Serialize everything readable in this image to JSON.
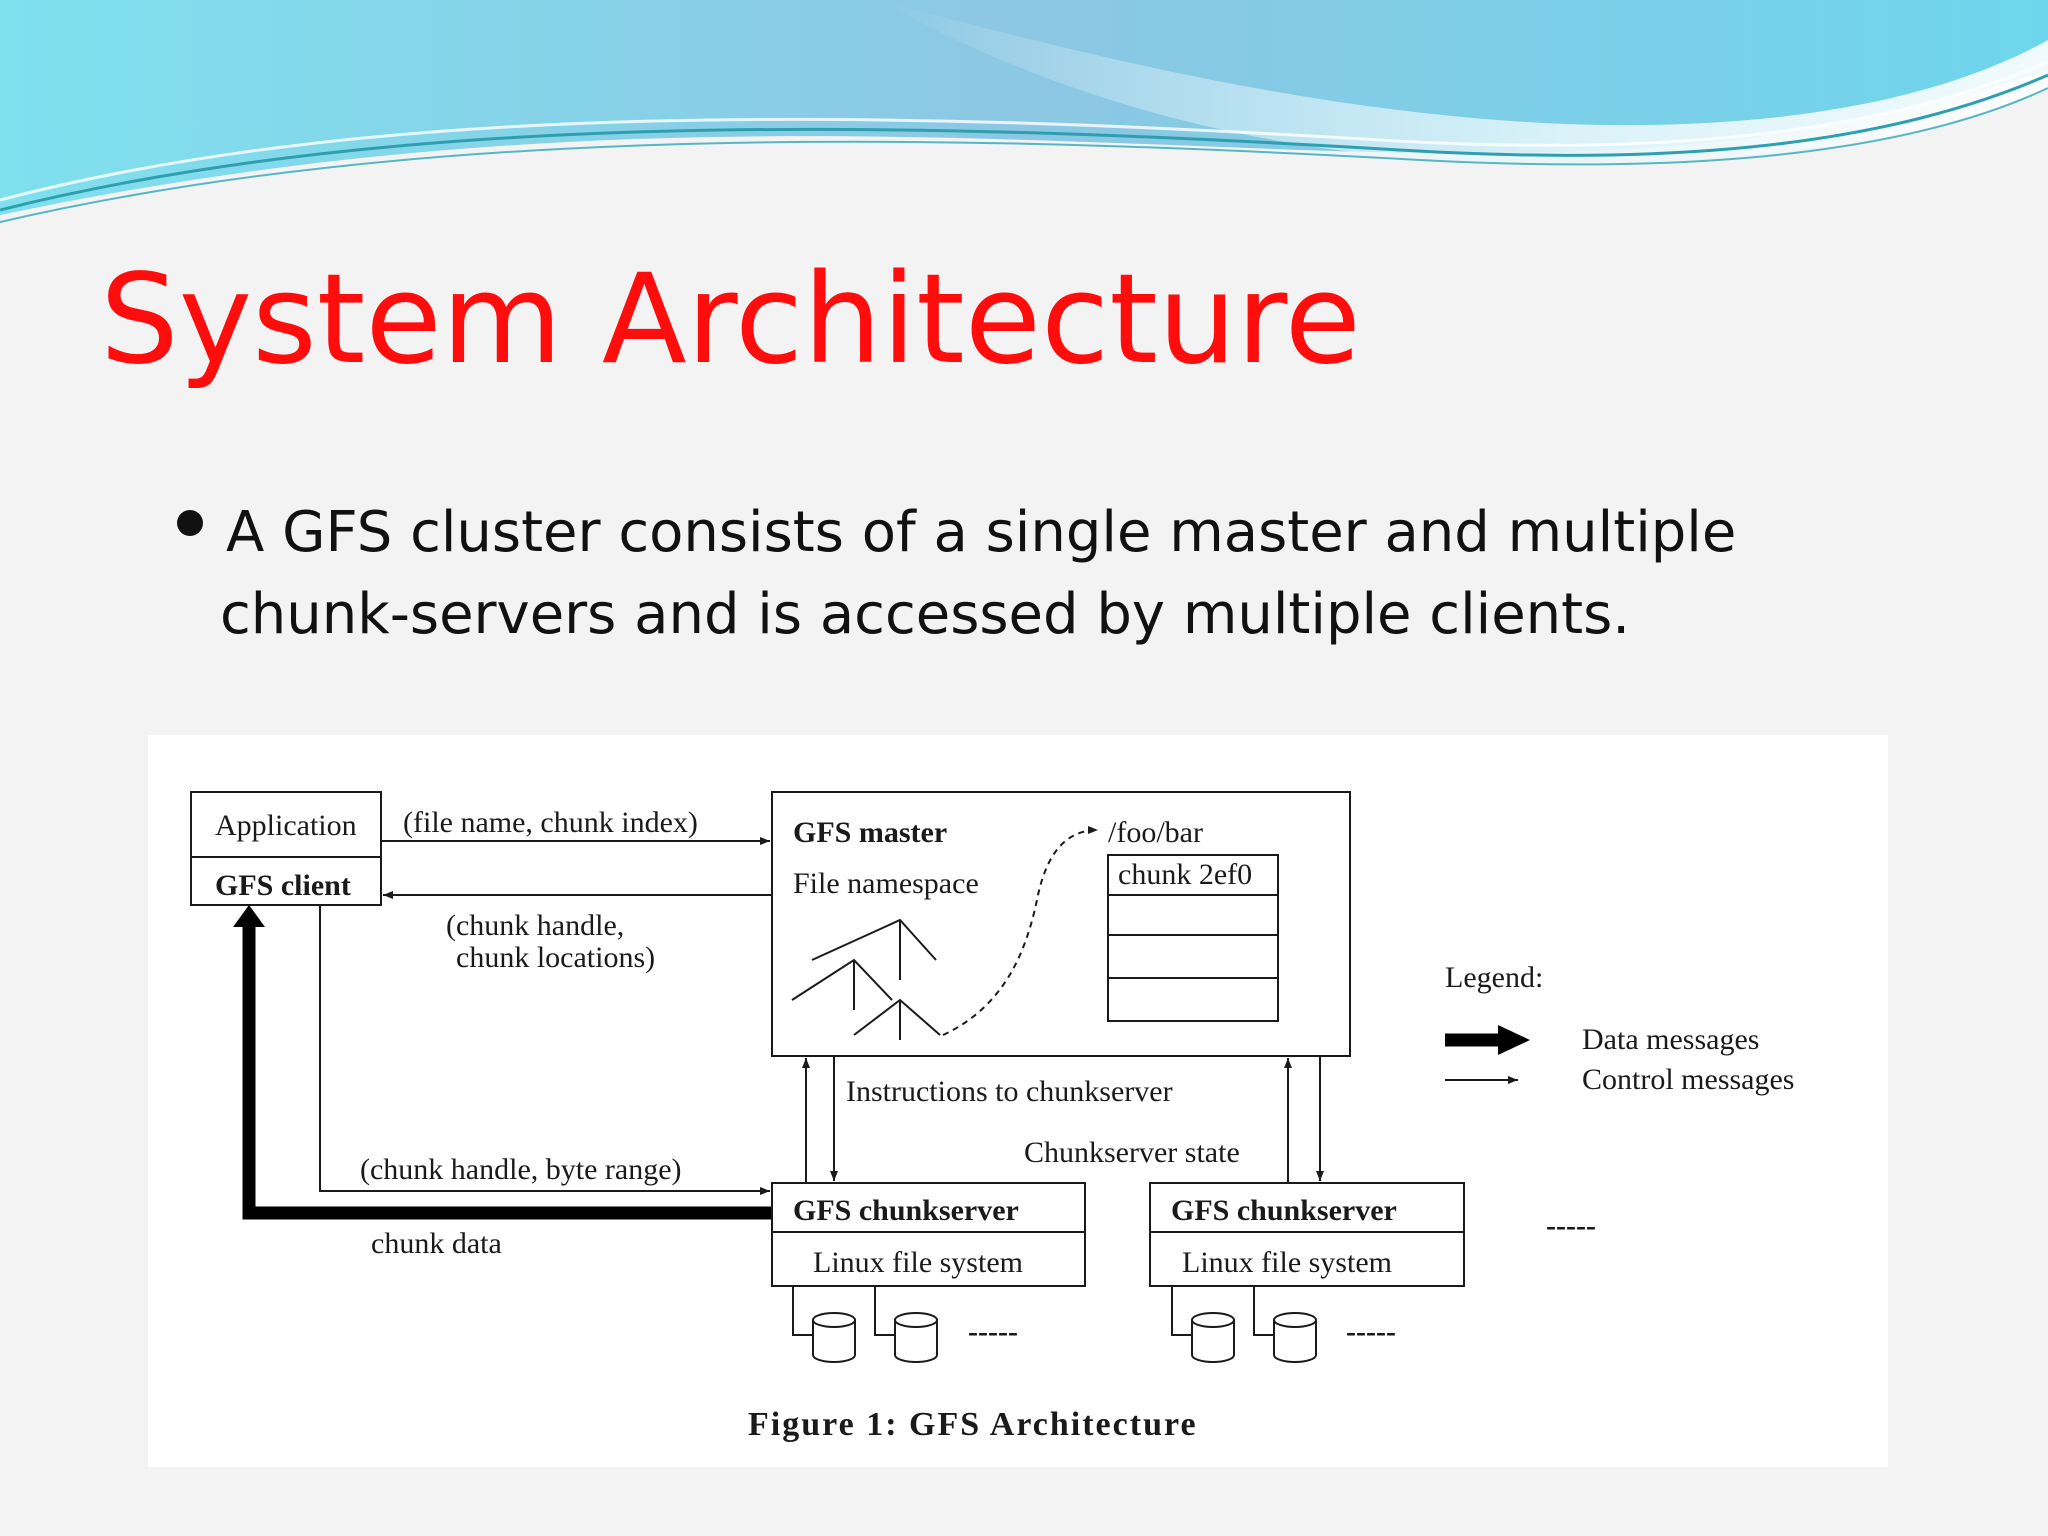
{
  "slide": {
    "title": "System Architecture",
    "bullet": "A GFS cluster consists of a single master and multiple chunk-servers and is accessed by multiple clients."
  },
  "diagram": {
    "client": {
      "app_label": "Application",
      "client_label": "GFS client"
    },
    "master": {
      "title": "GFS master",
      "namespace_label": "File namespace",
      "path_label": "/foo/bar",
      "chunk_label": "chunk 2ef0"
    },
    "edges": {
      "request": "(file name, chunk index)",
      "reply_line1": "(chunk handle,",
      "reply_line2": "chunk locations)",
      "instructions": "Instructions to chunkserver",
      "state": "Chunkserver state",
      "byte_range": "(chunk handle, byte range)",
      "chunk_data": "chunk data"
    },
    "chunkservers": [
      {
        "title": "GFS chunkserver",
        "fs": "Linux file system"
      },
      {
        "title": "GFS chunkserver",
        "fs": "Linux file system"
      }
    ],
    "ellipsis": "-----",
    "legend": {
      "title": "Legend:",
      "data": "Data messages",
      "control": "Control messages"
    },
    "caption": "Figure 1: GFS Architecture"
  },
  "colors": {
    "title": "#ff0d0d",
    "text": "#111111",
    "banner_accent": "#5fd0e8"
  }
}
